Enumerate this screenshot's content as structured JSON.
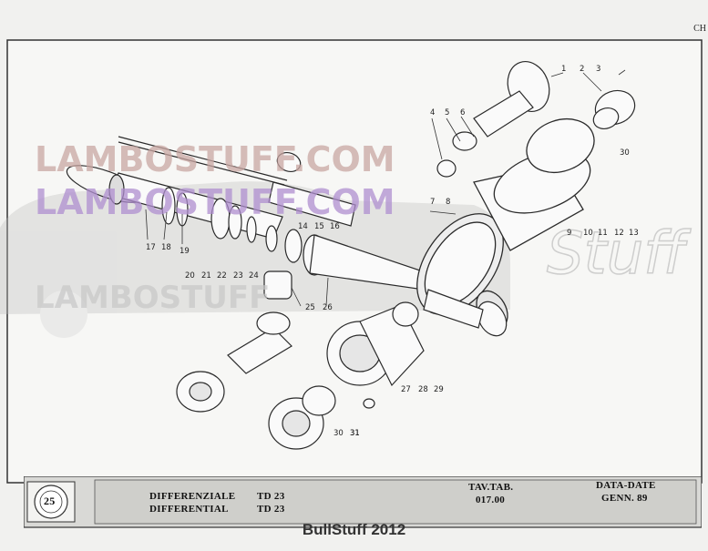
{
  "page": {
    "corner_code": "CH",
    "footer_credit": "BullStuff 2012"
  },
  "watermarks": {
    "line1": "LAMBOSTUFF.COM",
    "line2": "LAMBOSTUFF.COM",
    "line3": "LAMBOSTUFF",
    "script": "Stuff"
  },
  "title_block": {
    "logo_number": "25",
    "title_it": "DIFFERENZIALE",
    "title_en": "DIFFERENTIAL",
    "code_it": "TD 23",
    "code_en": "TD 23",
    "table_label": "TAV.TAB.",
    "table_number": "017.00",
    "date_label": "DATA-DATE",
    "date_value": "GENN. 89"
  },
  "callouts": [
    "1",
    "2",
    "3",
    "4",
    "5",
    "6",
    "7",
    "8",
    "9",
    "10",
    "11",
    "12",
    "13",
    "14",
    "15",
    "16",
    "17",
    "18",
    "19",
    "20",
    "21",
    "22",
    "23",
    "24",
    "25",
    "26",
    "27",
    "28",
    "29",
    "30",
    "31",
    "30",
    "31"
  ],
  "colors": {
    "ink": "#2a2a2a",
    "paper": "#f7f7f5",
    "watermark_pink": "#c9a7a3",
    "watermark_purple": "#b08fd0",
    "watermark_grey": "#c7c7c7"
  }
}
